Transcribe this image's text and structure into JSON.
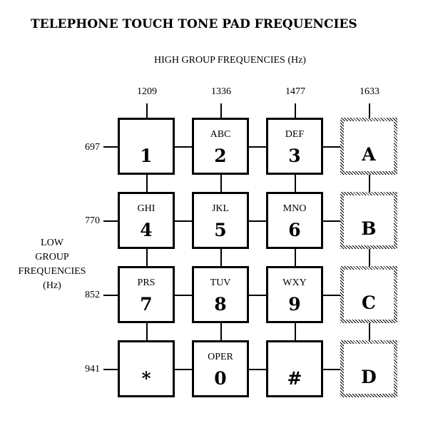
{
  "title": "TELEPHONE TOUCH TONE PAD FREQUENCIES",
  "high_group_label": "HIGH GROUP FREQUENCIES (Hz)",
  "high_frequencies": [
    "1209",
    "1336",
    "1477",
    "1633"
  ],
  "low_frequencies": [
    "697",
    "770",
    "852",
    "941"
  ],
  "low_group_label": [
    "LOW",
    "GROUP",
    "FREQUENCIES",
    "(Hz)"
  ],
  "keys": [
    {
      "letters": "",
      "digit": "1"
    },
    {
      "letters": "ABC",
      "digit": "2"
    },
    {
      "letters": "DEF",
      "digit": "3"
    },
    {
      "letters": "",
      "digit": "A"
    },
    {
      "letters": "GHI",
      "digit": "4"
    },
    {
      "letters": "JKL",
      "digit": "5"
    },
    {
      "letters": "MNO",
      "digit": "6"
    },
    {
      "letters": "",
      "digit": "B"
    },
    {
      "letters": "PRS",
      "digit": "7"
    },
    {
      "letters": "TUV",
      "digit": "8"
    },
    {
      "letters": "WXY",
      "digit": "9"
    },
    {
      "letters": "",
      "digit": "C"
    },
    {
      "letters": "",
      "digit": "*"
    },
    {
      "letters": "OPER",
      "digit": "0"
    },
    {
      "letters": "",
      "digit": "#"
    },
    {
      "letters": "",
      "digit": "D"
    }
  ]
}
